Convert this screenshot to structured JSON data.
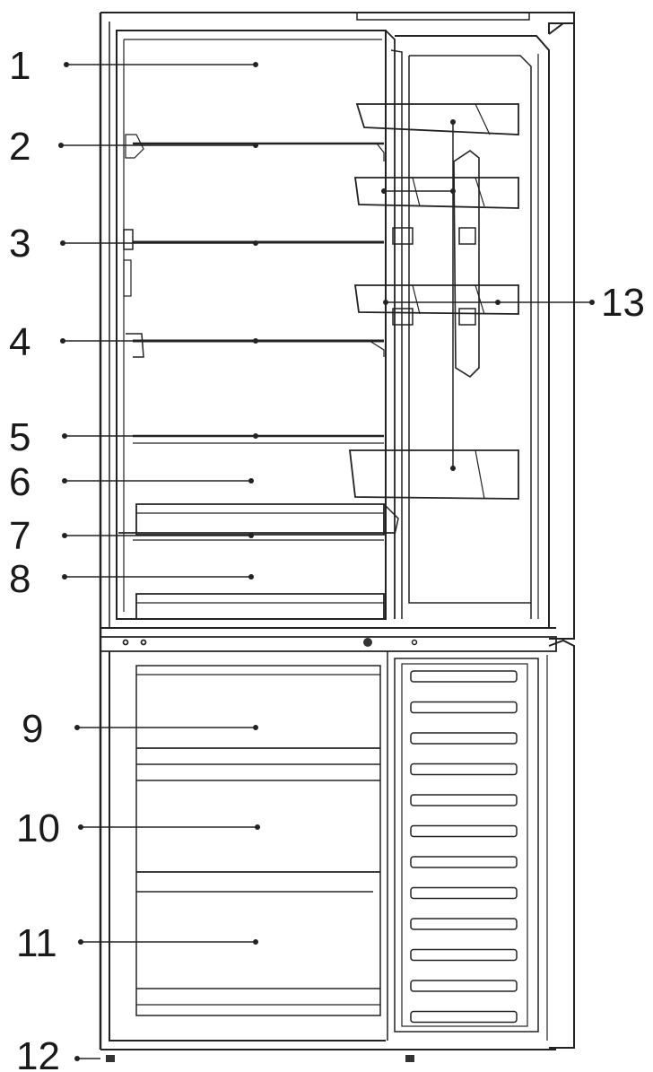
{
  "diagram": {
    "callouts": [
      {
        "id": 1,
        "label": "1"
      },
      {
        "id": 2,
        "label": "2"
      },
      {
        "id": 3,
        "label": "3"
      },
      {
        "id": 4,
        "label": "4"
      },
      {
        "id": 5,
        "label": "5"
      },
      {
        "id": 6,
        "label": "6"
      },
      {
        "id": 7,
        "label": "7"
      },
      {
        "id": 8,
        "label": "8"
      },
      {
        "id": 9,
        "label": "9"
      },
      {
        "id": 10,
        "label": "10"
      },
      {
        "id": 11,
        "label": "11"
      },
      {
        "id": 12,
        "label": "12"
      },
      {
        "id": 13,
        "label": "13"
      }
    ]
  }
}
